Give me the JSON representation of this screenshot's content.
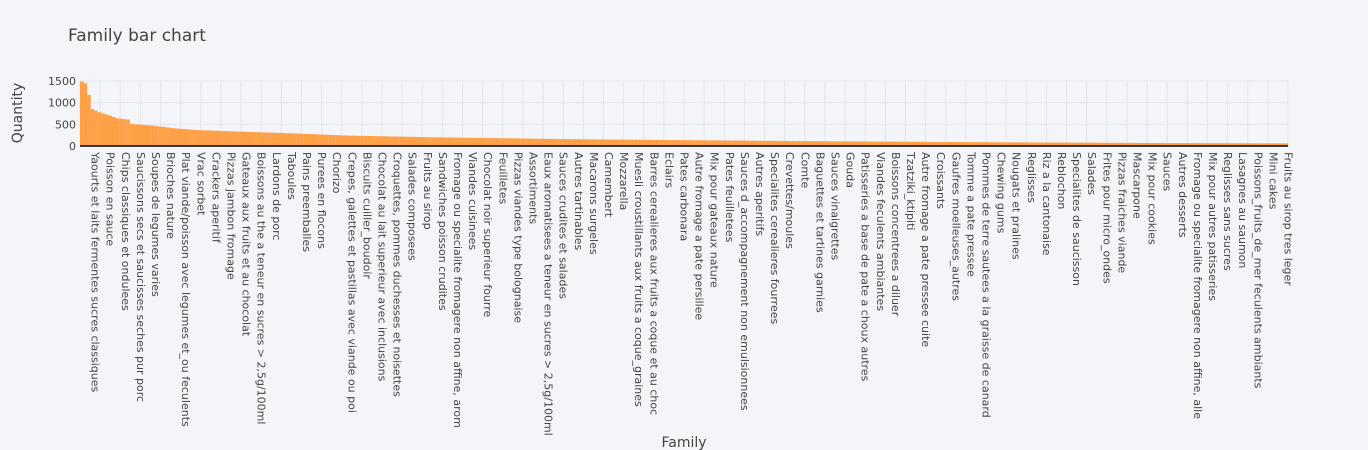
{
  "colors": {
    "background": "#f4f5f9",
    "plot_bg": "#f4f5f9",
    "grid": "#e4e6ef",
    "bar": "#ffa046",
    "bar_edge": "#000000",
    "text": "#444444"
  },
  "chart_data": {
    "type": "bar",
    "title": "Family bar chart",
    "xlabel": "Family",
    "ylabel": "Quantity",
    "ylim": [
      0,
      1500
    ],
    "yticks": [
      0,
      500,
      1000,
      1500
    ],
    "grid": true,
    "total_bars": 340,
    "label_every": 3,
    "categories": [
      "Yaourts et laits fermentes sucres classiques",
      "Poisson en sauce",
      "Chips classiques et ondulees",
      "Saucissons secs et saucisses seches pur porc",
      "Soupes de legumes varies",
      "Brioches nature",
      "Plat viande/poisson avec legumes et_ou feculents",
      "Vrac sorbet",
      "Crackers aperitif",
      "Pizzas jambon fromage",
      "Gateaux aux fruits et au chocolat",
      "Boissons au the a teneur en sucres > 2,5g/100ml",
      "Lardons de porc",
      "Taboules",
      "Pains preemballes",
      "Purees en flocons",
      "Chorizo",
      "Crepes, galettes et pastillas avec viande ou poisson",
      "Biscuits cuiller_boudoir",
      "Chocolat au lait superieur avec inclusions",
      "Croquettes, pommes duchesses et noisettes",
      "Salades composees",
      "Fruits au sirop",
      "Sandwiches poisson crudites",
      "Fromage ou specialite fromagere non affine, aromatise",
      "Viandes cuisinees",
      "Chocolat noir superieur fourre",
      "Feuilletes",
      "Pizzas viandes type bolognaise",
      "Assortiments",
      "Eaux aromatisees a teneur en sucres > 2,5g/100ml",
      "Sauces crudites et salades",
      "Autres tartinables",
      "Macarons surgeles",
      "Camembert",
      "Mozzarella",
      "Muesli croustillants aux fruits a coque_graines",
      "Barres cerealieres aux fruits a coque et au chocolat",
      "Eclairs",
      "Pates carbonara",
      "Autre fromage a pate persillee",
      "Mix pour gateaux nature",
      "Pates feuilletees",
      "Sauces d_accompagnement non emulsionnees",
      "Autres aperitifs",
      "Specialites cerealieres fourrees",
      "Crevettes/moules",
      "Comte",
      "Baguettes et tartines garnies",
      "Sauces vinaigrettes",
      "Gouda",
      "Patisseries a base de pate a choux autres",
      "Viandes feculents ambiantes",
      "Boissons concentrees a diluer",
      "Tzatziki_ktipiti",
      "Autre fromage a pate pressee cuite",
      "Croissants",
      "Gaufres moelleuses_autres",
      "Tomme a pate pressee",
      "Pommes de terre sautees a la graisse de canard",
      "Chewing gums",
      "Nougats et pralines",
      "Reglisses",
      "Riz a la cantonaise",
      "Reblochon",
      "Specialites de saucisson",
      "Salades",
      "Frites pour micro_ondes",
      "Pizzas fraiches viande",
      "Mascarpone",
      "Mix pour cookies",
      "Sauces",
      "Autres desserts",
      "Fromage ou specialite fromagere non affine, allege",
      "Mix pour autres patisseries",
      "Reglisses sans sucres",
      "Lasagnes au saumon",
      "Poissons_fruits_de_mer feculents ambiants",
      "Mini cakes",
      "Fruits au sirop tres leger"
    ]
  }
}
